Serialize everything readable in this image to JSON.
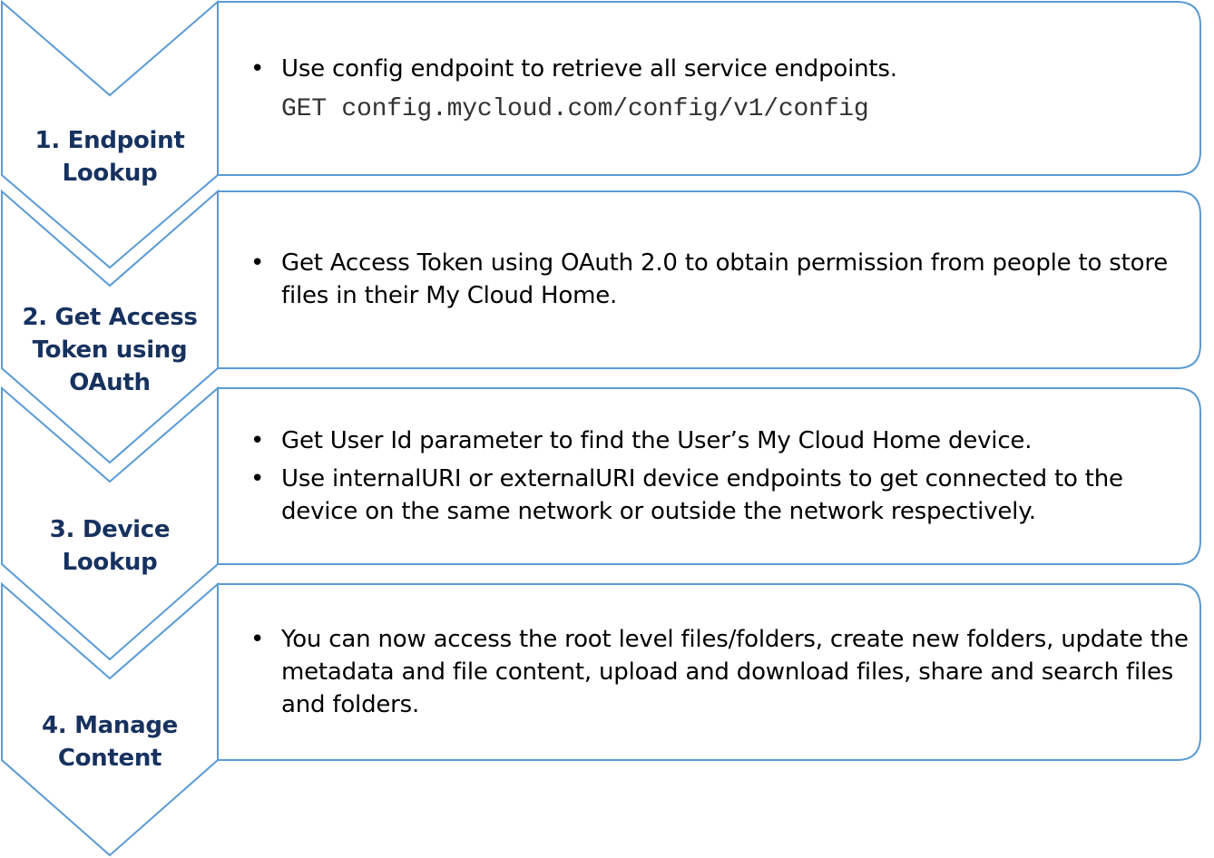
{
  "colors": {
    "stroke": "#5b9bd5",
    "label_text": "#17325f",
    "body_text": "#000000",
    "background": "#ffffff"
  },
  "steps": [
    {
      "label_lines": [
        "1. Endpoint",
        "Lookup"
      ],
      "bullets": [
        "Use config endpoint to retrieve all service endpoints."
      ],
      "code": "GET config.mycloud.com/config/v1/config"
    },
    {
      "label_lines": [
        "2. Get Access",
        "Token using",
        "OAuth"
      ],
      "bullets": [
        "Get Access Token using OAuth 2.0  to obtain permission from people to store files in their My Cloud Home."
      ]
    },
    {
      "label_lines": [
        "3. Device",
        "Lookup"
      ],
      "bullets": [
        "Get User Id parameter to find the User’s My Cloud Home device.",
        "Use internalURI or externalURI device endpoints to get connected to the device on the same network or outside the network respectively."
      ]
    },
    {
      "label_lines": [
        "4. Manage",
        "Content"
      ],
      "bullets": [
        "You can now access the root level files/folders, create new folders, update the metadata and file content, upload and download files, share and search files and folders."
      ]
    }
  ]
}
